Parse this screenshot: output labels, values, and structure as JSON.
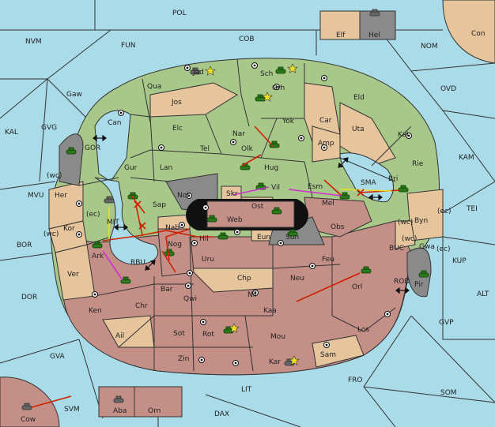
{
  "map": {
    "title": "Diplomacy variant map",
    "colors": {
      "sea": "#a9dbe8",
      "green": "#a8c88a",
      "tan": "#e6c49c",
      "red": "#c48f87",
      "gray": "#8a8a8a",
      "border": "#333333",
      "arrow_red": "#cc2200",
      "arrow_magenta": "#cc33cc",
      "support_yellow": "#e8e020"
    },
    "sea_labels": [
      "POL",
      "NVM",
      "FUN",
      "COB",
      "NOM",
      "OVD",
      "KAL",
      "GVG",
      "KAM",
      "TEI",
      "MVU",
      "BOR",
      "KUP",
      "ALT",
      "DOR",
      "GVP",
      "GVA",
      "SOM",
      "FRO",
      "LIT",
      "SVM",
      "DAX",
      "GOR",
      "MIT",
      "RBU",
      "SMA",
      "BUC",
      "ROD"
    ],
    "land_labels": {
      "green": [
        "Jad",
        "Sch",
        "Qua",
        "Grh",
        "Can",
        "Eld",
        "Yok",
        "Nar",
        "Olk",
        "Tel",
        "Elc",
        "Gur",
        "Lan",
        "Hug",
        "Kat",
        "Rie",
        "Bri",
        "Esm",
        "Vil",
        "Sap",
        "Nor",
        "Ark"
      ],
      "tan": [
        "Jos",
        "Car",
        "Uta",
        "Amp",
        "Skr",
        "Ost",
        "Web",
        "Nab",
        "Eun",
        "Byn",
        "Gwa",
        "Her",
        "Kor",
        "Ver",
        "Chp",
        "Ail",
        "Sam",
        "Elf",
        "Con"
      ],
      "red": [
        "Mel",
        "Obs",
        "Sun",
        "Hil",
        "Nog",
        "Uru",
        "Feu",
        "Neu",
        "Bar",
        "Qwi",
        "Nil",
        "Orl",
        "Ken",
        "Chr",
        "Kaa",
        "Sot",
        "Rot",
        "Mou",
        "Los",
        "Zin",
        "Kar",
        "Aba",
        "Orn",
        "Cow"
      ],
      "gray": [
        "Gaw",
        "Hel",
        "Pir"
      ]
    },
    "coast_tags": [
      "(wc)",
      "(ec)",
      "(ec)",
      "(wc)",
      "(wc)",
      "(ec)",
      "(wc)"
    ],
    "unit_count": 27
  }
}
